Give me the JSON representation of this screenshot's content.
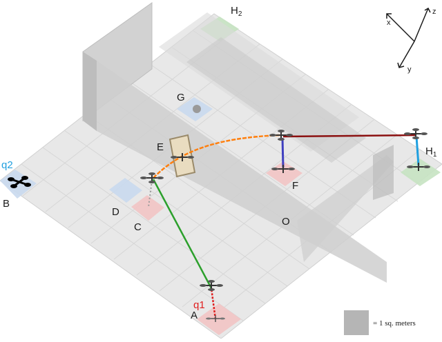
{
  "labels": {
    "A": "A",
    "B": "B",
    "C": "C",
    "D": "D",
    "E": "E",
    "F": "F",
    "G": "G",
    "H1_main": "H",
    "H1_sub": "1",
    "H2_main": "H",
    "H2_sub": "2",
    "O": "O"
  },
  "robots": {
    "q1": "q1",
    "q2": "q2"
  },
  "axes": {
    "x": "x",
    "y": "y",
    "z": "z"
  },
  "legend": {
    "text": "= 1 sq. meters"
  },
  "colors": {
    "floor": "#e6e6e6",
    "wall": "#cfcfcf",
    "pad_red": "#f2c4c4",
    "pad_blue": "#c9d9ee",
    "pad_green": "#c7e3c2",
    "path_red": "#e01e1e",
    "path_green": "#2ca02c",
    "path_orange": "#ff7f0e",
    "path_blue": "#4040c0",
    "path_darkred": "#8b1010",
    "path_cyan": "#1f9fdf",
    "q2_label": "#1f9fdf",
    "q1_label": "#e01e1e"
  }
}
